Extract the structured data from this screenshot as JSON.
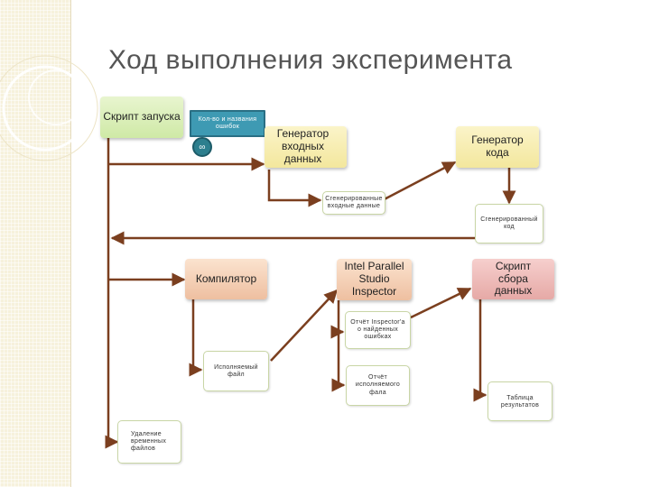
{
  "slide": {
    "title": "Ход выполнения эксперимента"
  },
  "colors": {
    "connector": "#7b3f1f",
    "sidebar": "#f6f1dc",
    "accent_teal": "#3e9ab3"
  },
  "nodes": {
    "launch_script": "Скрипт запуска",
    "error_count": "Кол-во и названия ошибок",
    "input_generator": "Генератор входных данных",
    "code_generator": "Генератор кода",
    "generated_input": "Сгенерированные входные данные",
    "generated_code": "Сгенерированный код",
    "compiler": "Компилятор",
    "inspector": "Intel Parallel Studio Inspector",
    "collect_script": "Скрипт сбора данных",
    "inspector_report": "Отчёт Inspector'а о найденных ошибках",
    "executable": "Исполняемый файл",
    "exec_report": "Отчёт исполняемого фала",
    "results_table": "Таблица результатов",
    "delete_temp": "Удаление временных файлов"
  },
  "icons": {
    "badge": "infinity-badge-icon"
  }
}
